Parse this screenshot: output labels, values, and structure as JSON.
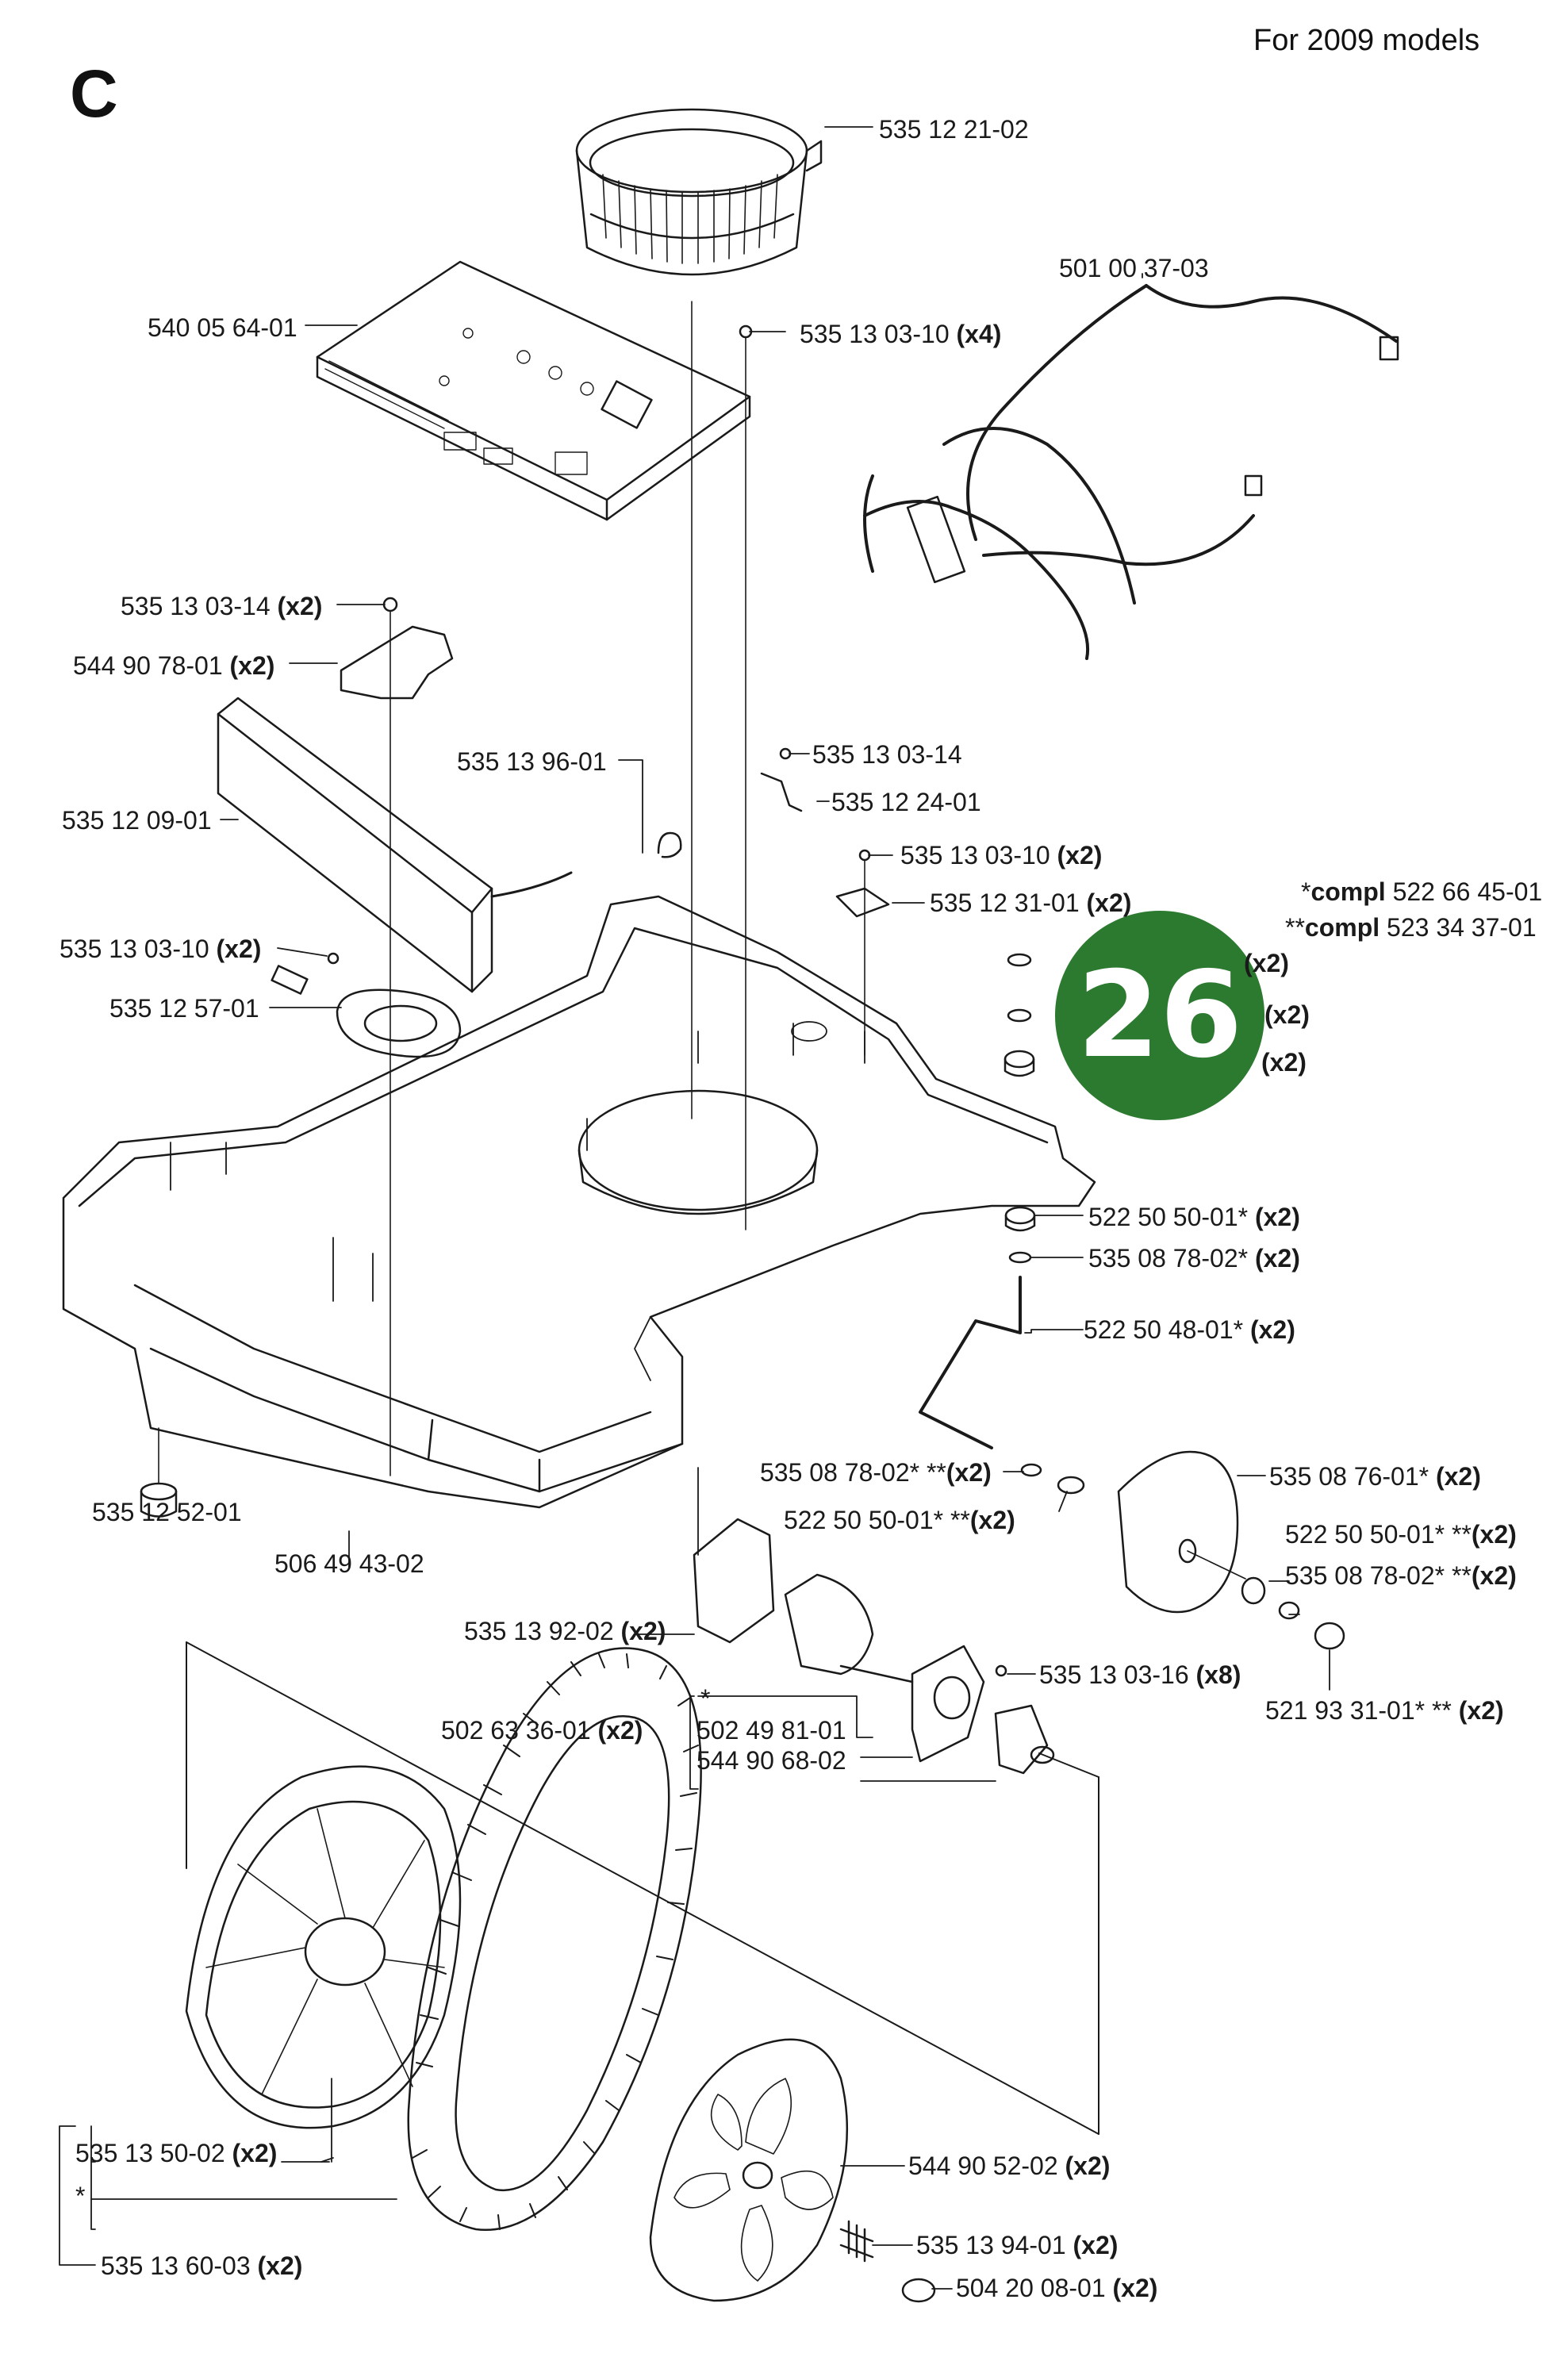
{
  "sheet_letter": "C",
  "models_note": "For 2009 models",
  "badge_number": "26",
  "accent_color": "#2c7a2f",
  "compl_notes": [
    {
      "prefix": "*",
      "word": "compl",
      "part": "522 66 45-01"
    },
    {
      "prefix": "**",
      "word": "compl",
      "part": "523 34 37-01"
    }
  ],
  "callouts": [
    {
      "id": "c1",
      "part": "535 12 21-02",
      "qty": ""
    },
    {
      "id": "c2",
      "part": "501 00 37-03",
      "qty": ""
    },
    {
      "id": "c3",
      "part": "540 05 64-01",
      "qty": ""
    },
    {
      "id": "c4",
      "part": "535 13 03-10",
      "qty": "(x4)"
    },
    {
      "id": "c5",
      "part": "535 13 03-14",
      "qty": "(x2)"
    },
    {
      "id": "c6",
      "part": "544 90 78-01",
      "qty": "(x2)"
    },
    {
      "id": "c7",
      "part": "535 13 96-01",
      "qty": ""
    },
    {
      "id": "c8",
      "part": "535 13 03-14",
      "qty": ""
    },
    {
      "id": "c9",
      "part": "535 12 24-01",
      "qty": ""
    },
    {
      "id": "c10",
      "part": "535 12 09-01",
      "qty": ""
    },
    {
      "id": "c11",
      "part": "535 13 03-10",
      "qty": "(x2)"
    },
    {
      "id": "c12",
      "part": "535 12 31-01",
      "qty": "(x2)"
    },
    {
      "id": "c13",
      "part": "535 13 03-10",
      "qty": "(x2)"
    },
    {
      "id": "c14",
      "part": "535 12 57-01",
      "qty": ""
    },
    {
      "id": "c15",
      "part": "",
      "qty": "(x2)"
    },
    {
      "id": "c16",
      "part": "",
      "qty": "(x2)"
    },
    {
      "id": "c17",
      "part": "",
      "qty": "(x2)"
    },
    {
      "id": "c18",
      "part": "522 50 50-01*",
      "qty": "(x2)"
    },
    {
      "id": "c19",
      "part": "535 08 78-02*",
      "qty": "(x2)"
    },
    {
      "id": "c20",
      "part": "522 50 48-01*",
      "qty": "(x2)"
    },
    {
      "id": "c21",
      "part": "535 08 78-02* **",
      "qty": "(x2)"
    },
    {
      "id": "c22",
      "part": "535 08 76-01*",
      "qty": "(x2)"
    },
    {
      "id": "c23",
      "part": "522 50 50-01* **",
      "qty": "(x2)"
    },
    {
      "id": "c24",
      "part": "522 50 50-01* **",
      "qty": "(x2)"
    },
    {
      "id": "c25",
      "part": "535 08 78-02* **",
      "qty": "(x2)"
    },
    {
      "id": "c26",
      "part": "535 12 52-01",
      "qty": ""
    },
    {
      "id": "c27",
      "part": "506 49 43-02",
      "qty": ""
    },
    {
      "id": "c28",
      "part": "535 13 92-02",
      "qty": "(x2)"
    },
    {
      "id": "c29",
      "part": "535 13 03-16",
      "qty": "(x8)"
    },
    {
      "id": "c30",
      "part": "521 93 31-01* **",
      "qty": "(x2)"
    },
    {
      "id": "c31",
      "part": "*",
      "qty": ""
    },
    {
      "id": "c32",
      "part": "502 63 36-01",
      "qty": "(x2)"
    },
    {
      "id": "c33",
      "part": "502 49 81-01",
      "qty": ""
    },
    {
      "id": "c34",
      "part": "544 90 68-02",
      "qty": ""
    },
    {
      "id": "c35",
      "part": "535 13 50-02",
      "qty": "(x2)"
    },
    {
      "id": "c36",
      "part": "*",
      "qty": ""
    },
    {
      "id": "c37",
      "part": "544 90 52-02",
      "qty": "(x2)"
    },
    {
      "id": "c38",
      "part": "535 13 94-01",
      "qty": "(x2)"
    },
    {
      "id": "c39",
      "part": "535 13 60-03",
      "qty": "(x2)"
    },
    {
      "id": "c40",
      "part": "504 20 08-01",
      "qty": "(x2)"
    }
  ]
}
